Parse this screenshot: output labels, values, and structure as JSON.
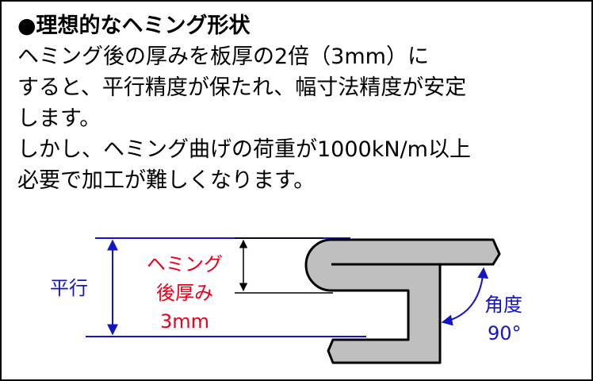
{
  "heading": "●理想的なヘミング形状",
  "body_lines": [
    "ヘミング後の厚みを板厚の2倍（3mm）に",
    "すると、平行精度が保たれ、幅寸法精度が安定",
    "します。",
    "しかし、ヘミング曲げの荷重が1000kN/m以上",
    "必要で加工が難しくなります。"
  ],
  "diagram": {
    "parallel_label": "平行",
    "thickness_label": [
      "ヘミング",
      "後厚み",
      "3mm"
    ],
    "angle_label": [
      "角度",
      "90°"
    ],
    "colors": {
      "text": "#000000",
      "red_label": "#e8001c",
      "blue": "#1515c8",
      "part_fill": "#bfbfbf",
      "outline": "#000000"
    }
  }
}
